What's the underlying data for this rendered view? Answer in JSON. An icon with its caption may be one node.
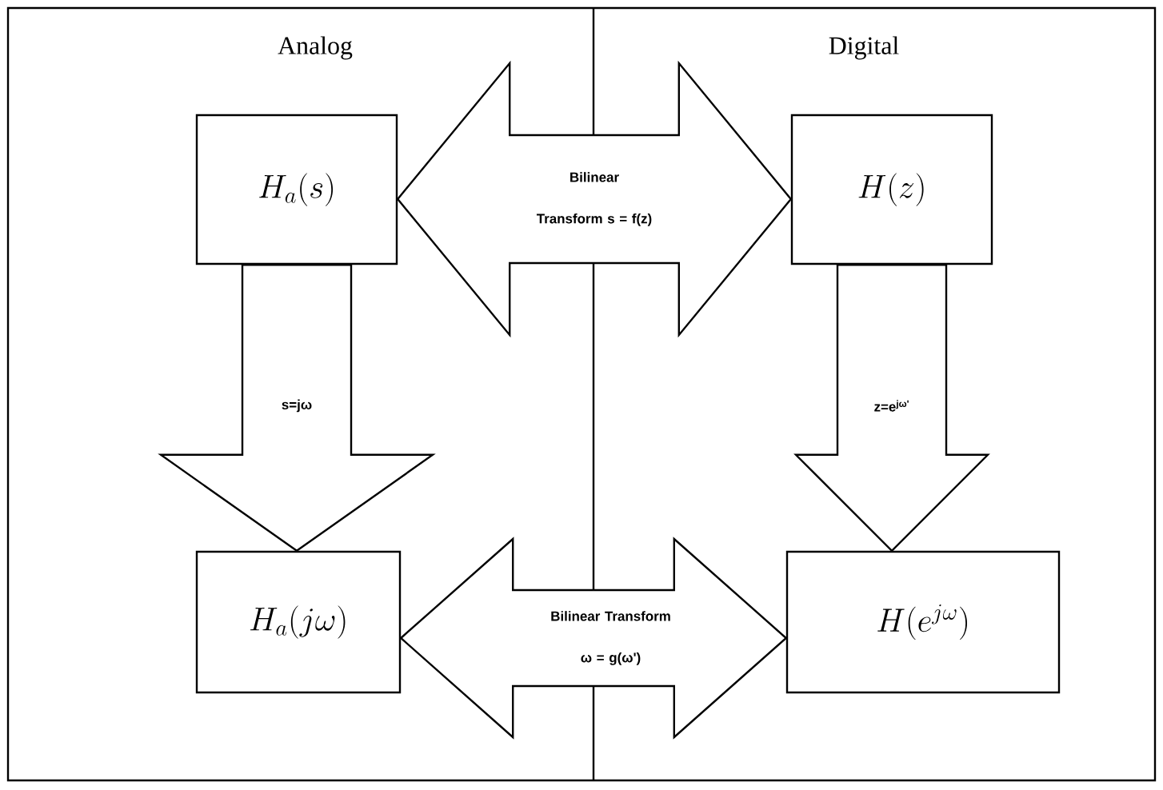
{
  "diagram": {
    "nodes": [
      {
        "text": [
          "H_a(s)"
        ]
      },
      {
        "text": [
          "H(z)"
        ]
      },
      {
        "text": [
          "H_a(j\\omega)"
        ]
      },
      {
        "text": [
          "H(e^{j\\omega})"
        ]
      }
    ],
    "edges": [
      {
        "from": 0,
        "to": 1,
        "arrow": "both",
        "label": "Bilinear Transform s = f(z)"
      },
      {
        "from": 0,
        "to": 2,
        "arrow": "to",
        "label": "s=jω"
      },
      {
        "from": 1,
        "to": 3,
        "arrow": "to",
        "label": "z=e$^{jω'}$"
      },
      {
        "from": 2,
        "to": 3,
        "arrow": "both",
        "label": "Bilinear Transform ω = g(ω')"
      }
    ],
    "labels": [
      "Analog",
      "Digital"
    ]
  }
}
